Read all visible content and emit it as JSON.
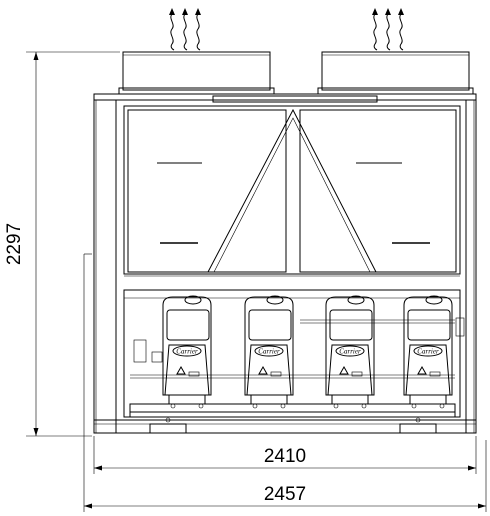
{
  "dimensions": {
    "height": "2297",
    "inner_width": "2410",
    "outer_width": "2457"
  },
  "compressors": [
    {
      "brand": "Carrier"
    },
    {
      "brand": "Carrier"
    },
    {
      "brand": "Carrier"
    },
    {
      "brand": "Carrier"
    }
  ],
  "fans": [
    {
      "airflow": "exhaust"
    },
    {
      "airflow": "exhaust"
    }
  ]
}
